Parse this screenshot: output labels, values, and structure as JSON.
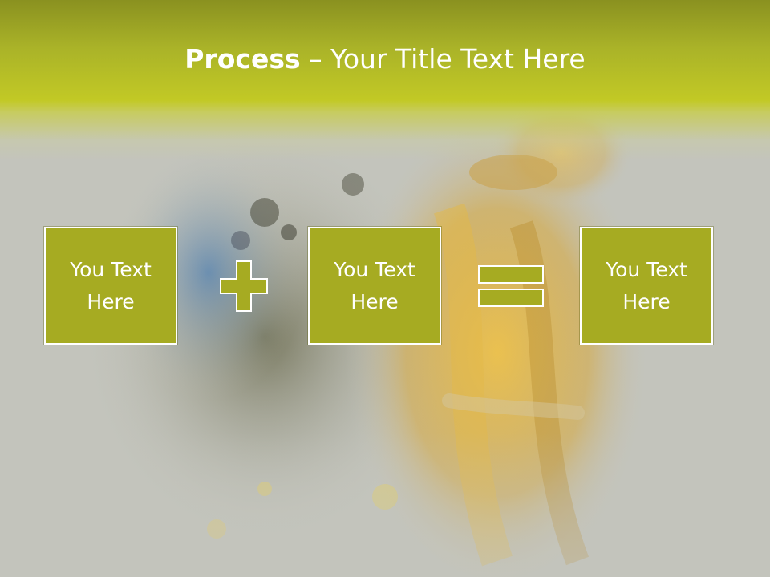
{
  "slide": {
    "title_bold": "Process",
    "title_rest": " – Your Title Text Here",
    "boxes": [
      {
        "label": "You Text Here"
      },
      {
        "label": "You Text Here"
      },
      {
        "label": "You Text Here"
      }
    ],
    "operators": [
      "plus-icon",
      "equals-icon"
    ],
    "colors": {
      "header": "#c2c925",
      "box_fill": "#a6ab22",
      "box_border": "#ffffff",
      "background": "#c3c4bc"
    }
  }
}
